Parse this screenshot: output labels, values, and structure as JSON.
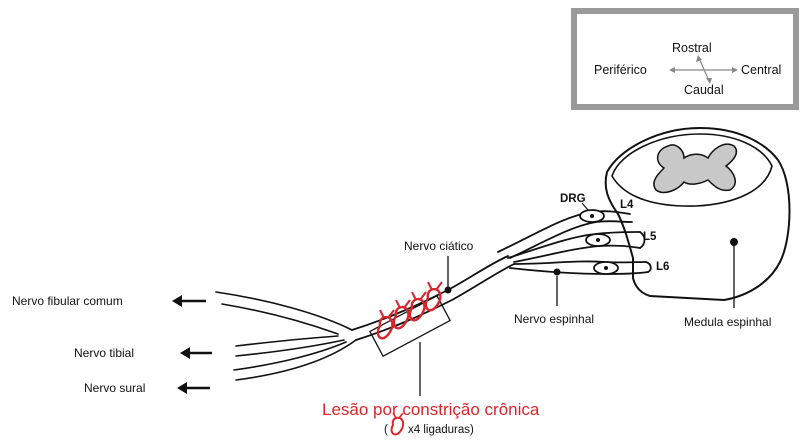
{
  "compass": {
    "rostral": "Rostral",
    "caudal": "Caudal",
    "periferico": "Periférico",
    "central": "Central"
  },
  "labels": {
    "nervo_fibular_comum": "Nervo fibular comum",
    "nervo_tibial": "Nervo tibial",
    "nervo_sural": "Nervo sural",
    "nervo_ciatico": "Nervo ciático",
    "drg": "DRG",
    "l4": "L4",
    "l5": "L5",
    "l6": "L6",
    "nervo_espinhal": "Nervo espinhal",
    "medula_espinhal": "Medula espinhal"
  },
  "lesion": {
    "title": "Lesão por constrição crônica",
    "paren_open": "(",
    "ligatures": "x4 ligaduras)"
  },
  "colors": {
    "lesion_red": "#d9262c",
    "compass_border": "#9a9a9a",
    "gray_matter": "#c8c8c8",
    "ink": "#111111"
  }
}
